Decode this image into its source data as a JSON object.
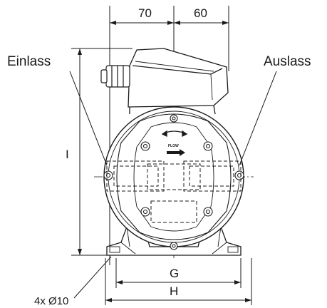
{
  "labels": {
    "inlet": "Einlass",
    "outlet": "Auslass",
    "holes": "4x Ø10"
  },
  "dimensions": {
    "left_offset": "70",
    "right_offset": "60",
    "height": "I",
    "foot_inner": "G",
    "foot_outer": "H"
  },
  "marks": {
    "flow": "FLOW"
  },
  "colors": {
    "line": "#1a1a1a",
    "background": "#ffffff"
  }
}
